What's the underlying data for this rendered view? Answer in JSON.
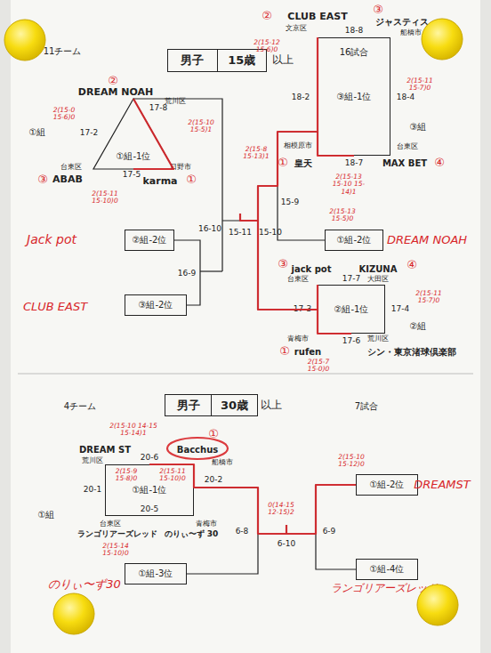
{
  "diagram": {
    "nodes": [
      {
        "text": [
          "男子",
          "15歳"
        ]
      },
      {
        "text": [
          "①組-1位"
        ]
      },
      {
        "text": [
          "③組-1位"
        ]
      },
      {
        "text": [
          "②組-2位"
        ]
      },
      {
        "text": [
          "①組-2位"
        ]
      },
      {
        "text": [
          "③組-2位"
        ]
      },
      {
        "text": [
          "②組-1位"
        ]
      },
      {
        "text": [
          "男子",
          "30歳"
        ]
      },
      {
        "text": [
          "①組-1位"
        ]
      },
      {
        "text": [
          "①組-2位"
        ]
      },
      {
        "text": [
          "①組-3位"
        ]
      },
      {
        "text": [
          "①組-4位"
        ]
      }
    ],
    "edges": [
      {
        "from": 3,
        "to": 5,
        "arrow": "none",
        "label": "16-9"
      },
      {
        "from": 2,
        "to": 4,
        "arrow": "none",
        "label": "15-9"
      },
      {
        "from": 8,
        "to": 10,
        "arrow": "none",
        "label": "6-8"
      },
      {
        "from": 9,
        "to": 11,
        "arrow": "none",
        "label": "6-9"
      }
    ],
    "labels": [
      "11チーム",
      "16試合",
      "以上",
      "②",
      "DREAM NOAH",
      "荒川区",
      "②",
      "CLUB EAST",
      "③",
      "ジャスティス",
      "文京区",
      "船橋市",
      "18-8",
      "2(15-12 15-6)0",
      "2(15-0 15-6)0",
      "17-8",
      "2(15-10 15-5)1",
      "2(15-11 15-7)0",
      "18-2",
      "18-4",
      "①組",
      "17-2",
      "③組",
      "2(15-8 15-13)1",
      "相模原市",
      "台東区",
      "17-5",
      "①",
      "皇天",
      "18-7",
      "MAX BET",
      "④",
      "台東区",
      "日野市",
      "③",
      "ABAB",
      "karma",
      "①",
      "2(15-11 15-10)0",
      "2(15-13 15-10 15-14)1",
      "2(15-13 15-5)0",
      "16-10",
      "15-11",
      "15-10",
      "Jack pot",
      "DREAM NOAH",
      "③",
      "jack pot",
      "KIZUNA",
      "④",
      "台東区",
      "17-7",
      "大田区",
      "17-3",
      "17-4",
      "2(15-11 15-7)0",
      "CLUB EAST",
      "②組",
      "青梅市",
      "17-6",
      "荒川区",
      "①",
      "rufen",
      "シン・東京渚球倶楽部",
      "2(15-7 15-0)0",
      "4チーム",
      "以上",
      "7試合",
      "2(15-10 14-15 15-14)1",
      "①",
      "DREAM ST",
      "Bacchus",
      "20-6",
      "荒川区",
      "船橋市",
      "2(15-10 15-12)0",
      "2(15-9 15-8)0",
      "2(15-11 15-10)0",
      "20-1",
      "20-2",
      "DREAMST",
      "20-5",
      "①組",
      "0(14-15 12-15)2",
      "台東区",
      "青梅市",
      "ランゴリアーズレッド",
      "のりぃ〜ず 30",
      "2(15-14 15-10)0",
      "6-10",
      "のりぃ〜ず30",
      "ランゴリアーズレッド"
    ]
  }
}
